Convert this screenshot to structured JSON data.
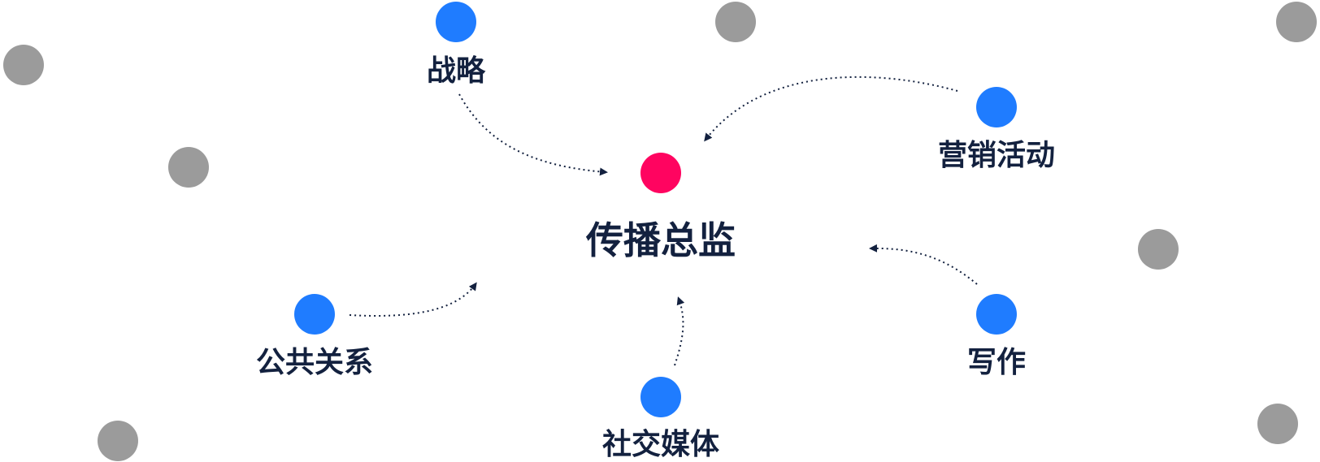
{
  "diagram": {
    "center": {
      "label": "传播总监",
      "color": "#ff0460"
    },
    "skills": [
      {
        "label": "战略"
      },
      {
        "label": "营销活动"
      },
      {
        "label": "公共关系"
      },
      {
        "label": "社交媒体"
      },
      {
        "label": "写作"
      }
    ],
    "colors": {
      "skill_node": "#1f7cff",
      "decor_node": "#9b9b9b",
      "text": "#13213f",
      "arrow": "#13213f"
    }
  }
}
